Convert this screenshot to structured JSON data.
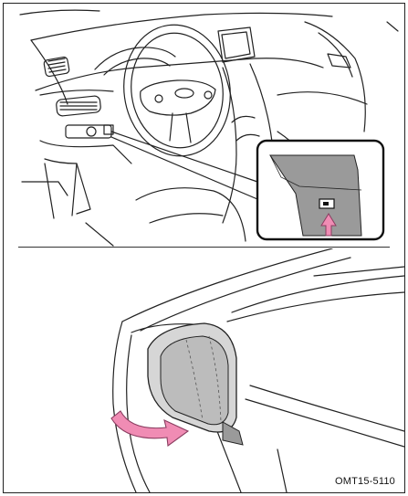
{
  "figure": {
    "code_label": "OMT15-5110"
  },
  "colors": {
    "line": "#222222",
    "gray_fill": "#9a9a9a",
    "light_fill": "#d6d6d6",
    "arrow_pink": "#f08cb4"
  },
  "icons": {
    "top_arrow": "pink-up-arrow",
    "bottom_arrow": "pink-curved-arrow"
  }
}
